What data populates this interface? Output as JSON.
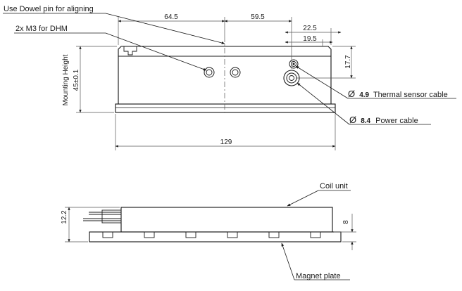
{
  "labels": {
    "dowel": "Use Dowel pin for aligning",
    "m3": "2x M3 for DHM",
    "mounting_height": "Mounting Height",
    "mounting_height_value": "45±0.1",
    "thermal_dia": "4.9",
    "thermal_text": "Thermal sensor cable",
    "power_dia": "8.4",
    "power_text": "Power cable",
    "diameter_symbol": "Ø",
    "coil_unit": "Coil unit",
    "magnet_plate": "Magnet plate"
  },
  "dimensions": {
    "d64_5": "64.5",
    "d59_5": "59.5",
    "d22_5": "22.5",
    "d19_5": "19.5",
    "d17_7": "17.7",
    "d129": "129",
    "d12_2": "12.2",
    "d8": "8"
  }
}
